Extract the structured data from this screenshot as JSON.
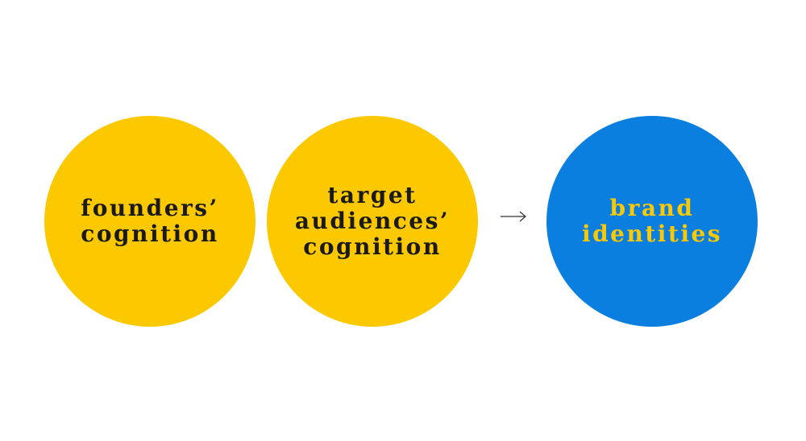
{
  "colors": {
    "input_circle": "#fcc800",
    "output_circle": "#0a7fe0",
    "input_text": "#1a1a1a",
    "output_text": "#fcc800",
    "arrow": "#333333"
  },
  "diagram": {
    "inputs": [
      {
        "lines": [
          "founders’",
          "cognition"
        ]
      },
      {
        "lines": [
          "target",
          "audiences’",
          "cognition"
        ]
      }
    ],
    "arrow_icon": "arrow-right-icon",
    "output": {
      "lines": [
        "brand",
        "identities"
      ]
    }
  }
}
